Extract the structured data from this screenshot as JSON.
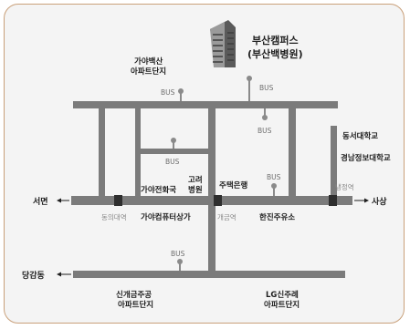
{
  "hospital": {
    "line1": "부산캠퍼스",
    "line2": "(부산백병원)"
  },
  "landmarks": {
    "gaya_baeksan_1": "가야백산",
    "gaya_baeksan_2": "아파트단지",
    "dongseo_univ": "동서대학교",
    "kyungnam_info_univ": "경남정보대학교",
    "goryeo_1": "고려",
    "goryeo_2": "병원",
    "gaya_telecom": "가야전화국",
    "housing_bank": "주택은행",
    "gaya_computer_mall": "가야컴퓨터상가",
    "hanjin_gas": "한진주유소",
    "singaegeum_1": "신개금주공",
    "singaegeum_2": "아파트단지",
    "lg_1": "LG신주례",
    "lg_2": "아파트단지"
  },
  "stations": {
    "dongui": "동의대역",
    "gaegeum": "개금역",
    "naengjeong": "냉정역"
  },
  "directions": {
    "seomyeon": "서면",
    "sasang": "사상",
    "danggamdong": "당감동"
  },
  "bus_label": "BUS",
  "colors": {
    "road": "#7b7b7b",
    "station": "#2e2e2e",
    "panel_border": "#c9a07a",
    "background": "#f4f4f4"
  }
}
